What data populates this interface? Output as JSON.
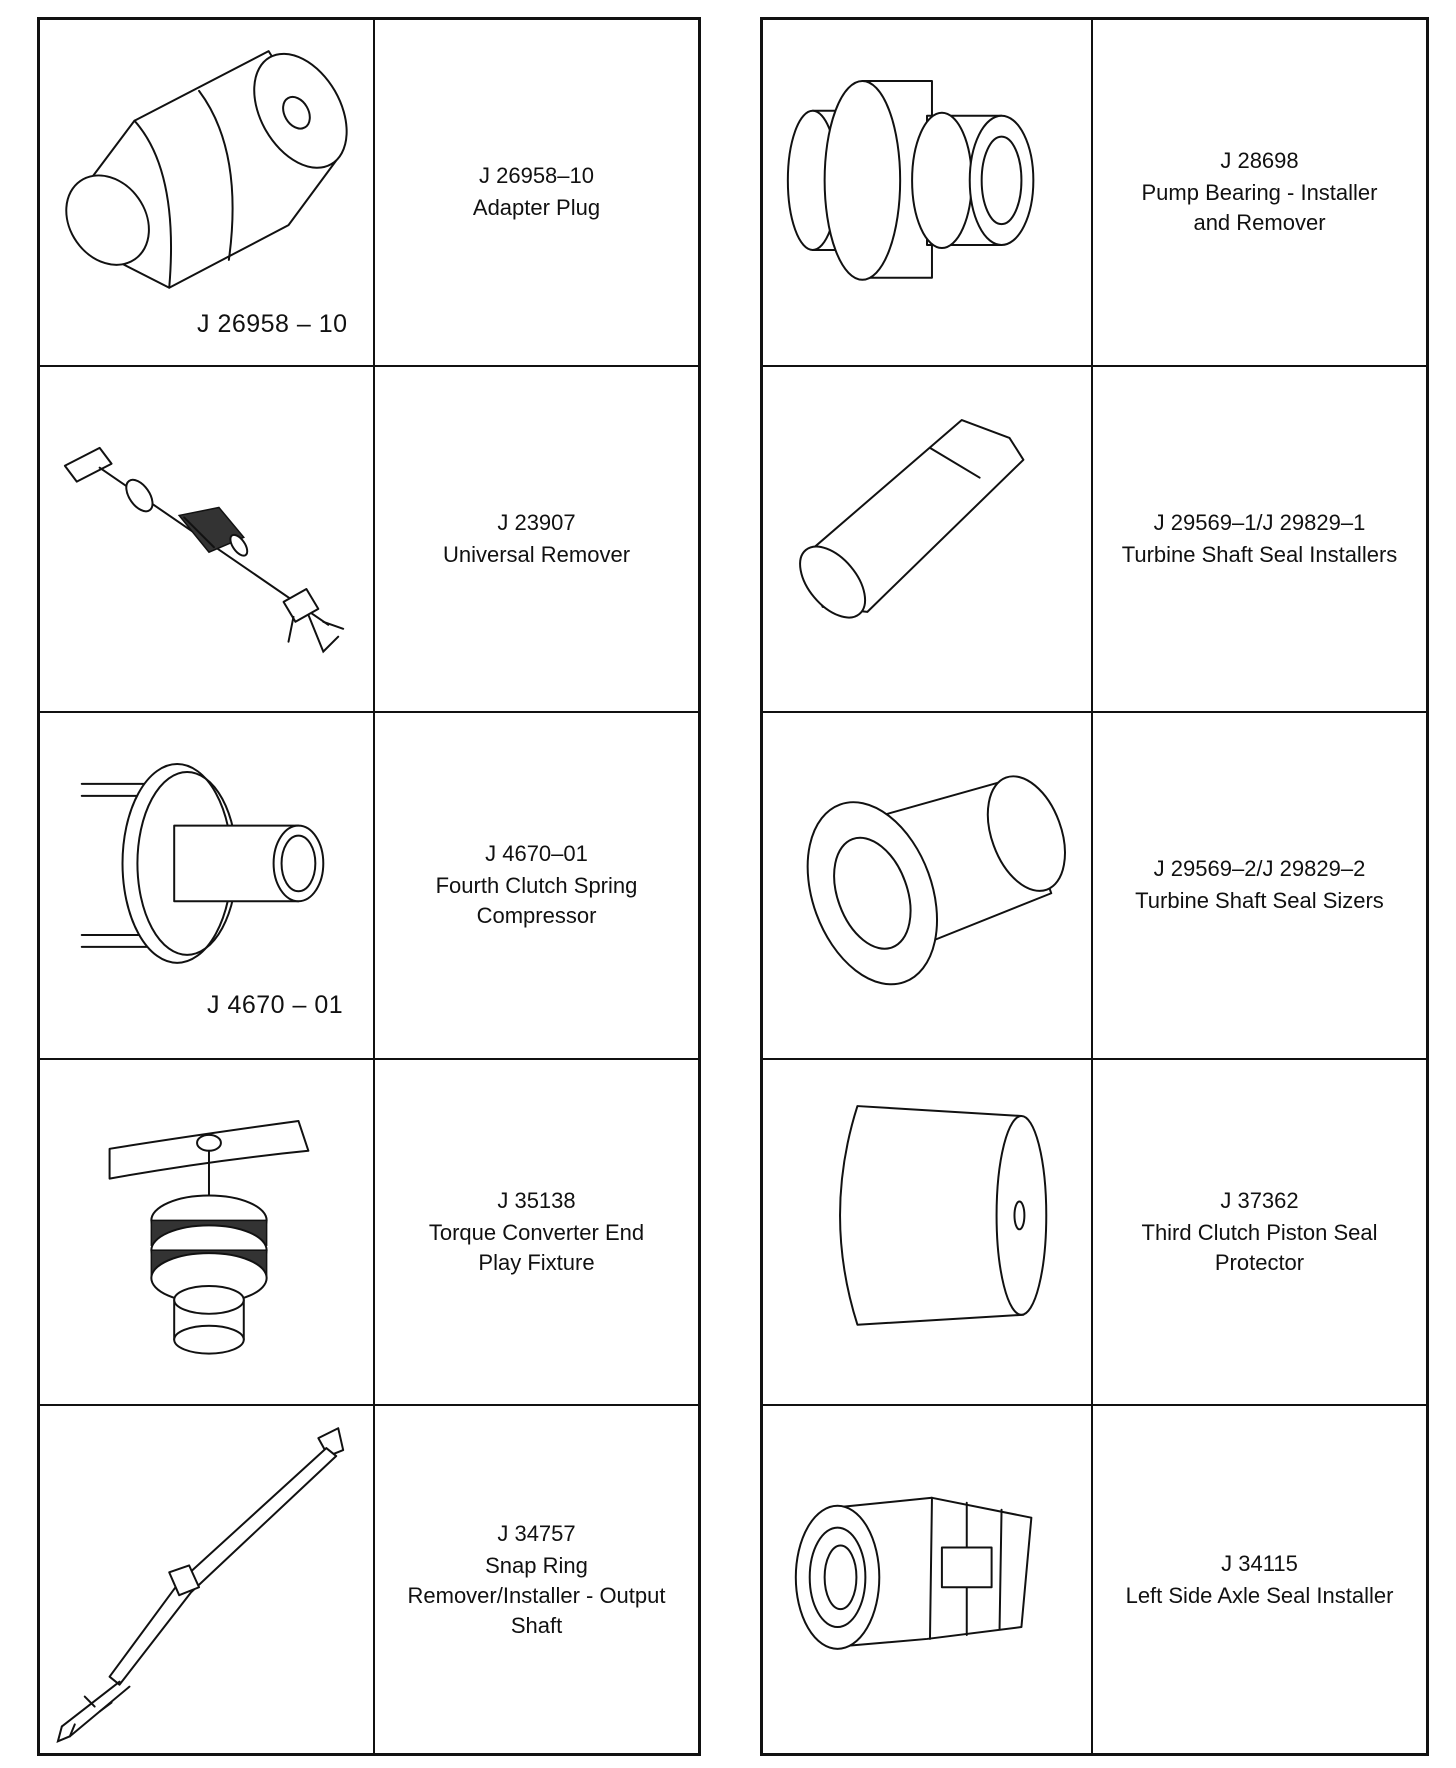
{
  "left_column": [
    {
      "number": "J 26958–10",
      "name": "Adapter Plug",
      "callout": "J 26958 – 10"
    },
    {
      "number": "J 23907",
      "name": "Universal Remover"
    },
    {
      "number": "J 4670–01",
      "name": "Fourth Clutch Spring Compressor",
      "callout": "J 4670 – 01"
    },
    {
      "number": "J 35138",
      "name": "Torque Converter End Play Fixture"
    },
    {
      "number": "J 34757",
      "name": "Snap Ring Remover/Installer - Output Shaft"
    }
  ],
  "right_column": [
    {
      "number": "J 28698",
      "name": "Pump Bearing - Installer and Remover"
    },
    {
      "number": "J 29569–1/J 29829–1",
      "name": "Turbine Shaft Seal Installers"
    },
    {
      "number": "J 29569–2/J 29829–2",
      "name": "Turbine Shaft Seal Sizers"
    },
    {
      "number": "J 37362",
      "name": "Third Clutch Piston Seal Protector"
    },
    {
      "number": "J 34115",
      "name": "Left Side Axle Seal Installer"
    }
  ],
  "icons": [
    "adapter-plug-icon",
    "universal-remover-icon",
    "spring-compressor-icon",
    "end-play-fixture-icon",
    "snap-ring-tool-icon",
    "bearing-installer-icon",
    "seal-installer-icon",
    "seal-sizer-icon",
    "seal-protector-icon",
    "axle-seal-installer-icon"
  ]
}
